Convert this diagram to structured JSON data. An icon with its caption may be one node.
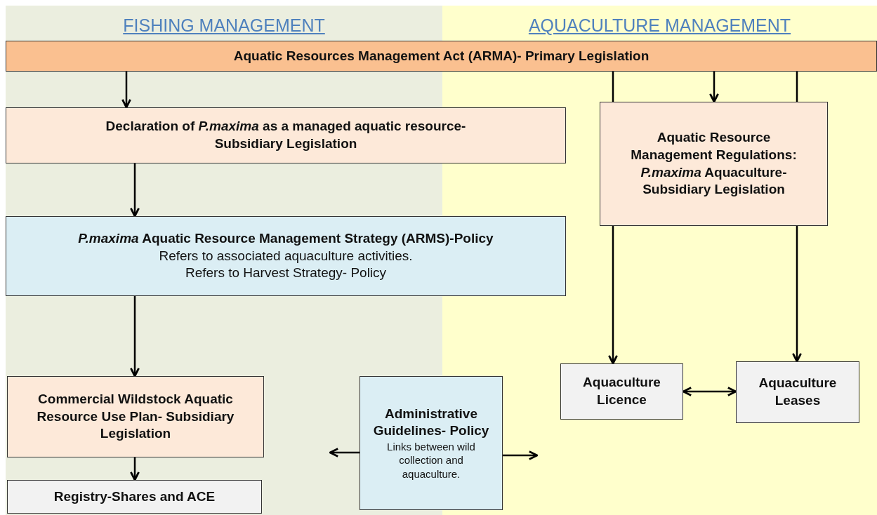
{
  "diagram": {
    "nodes": [
      {
        "text": [
          "FISHING MANAGEMENT"
        ]
      },
      {
        "text": [
          "AQUACULTURE MANAGEMENT"
        ]
      },
      {
        "text": [
          "Aquatic Resources Management Act (ARMA)- Primary Legislation"
        ]
      },
      {
        "text": [
          "Declaration of *P.maxima* as a managed aquatic resource- Subsidiary Legislation"
        ]
      },
      {
        "text": [
          "*P.maxima* Aquatic Resource Management Strategy (ARMS)-Policy",
          "Refers to associated aquaculture activities.",
          "Refers to Harvest Strategy- Policy"
        ]
      },
      {
        "text": [
          "Aquatic Resource Management Regulations: *P.maxima* Aquaculture- Subsidiary Legislation"
        ],
        "in": 1
      },
      {
        "text": [
          "Commercial Wildstock Aquatic Resource Use Plan- Subsidiary Legislation"
        ],
        "in": 0
      },
      {
        "text": [
          "Administrative Guidelines- Policy",
          "Links between wild collection and aquaculture."
        ]
      },
      {
        "text": [
          "Aquaculture Licence"
        ],
        "in": 1
      },
      {
        "text": [
          "Aquaculture Leases"
        ],
        "in": 1
      },
      {
        "text": [
          "Registry-Shares and ACE"
        ],
        "in": 0
      }
    ],
    "edges": [
      {
        "from": 2,
        "to": 3,
        "arrow": "to"
      },
      {
        "from": 3,
        "to": 4,
        "arrow": "to"
      },
      {
        "from": 4,
        "to": 6,
        "arrow": "to"
      },
      {
        "from": 6,
        "to": 10,
        "arrow": "to"
      },
      {
        "from": 7,
        "to": null,
        "arrow": "to"
      },
      {
        "from": 7,
        "to": null,
        "arrow": "to"
      },
      {
        "from": 2,
        "to": 5,
        "arrow": "to"
      },
      {
        "from": 2,
        "to": 5,
        "arrow": "none"
      },
      {
        "from": 2,
        "to": 5,
        "arrow": "none"
      },
      {
        "from": 5,
        "to": 8,
        "arrow": "to"
      },
      {
        "from": 5,
        "to": 9,
        "arrow": "to"
      },
      {
        "from": 8,
        "to": 9,
        "arrow": "both"
      }
    ]
  }
}
